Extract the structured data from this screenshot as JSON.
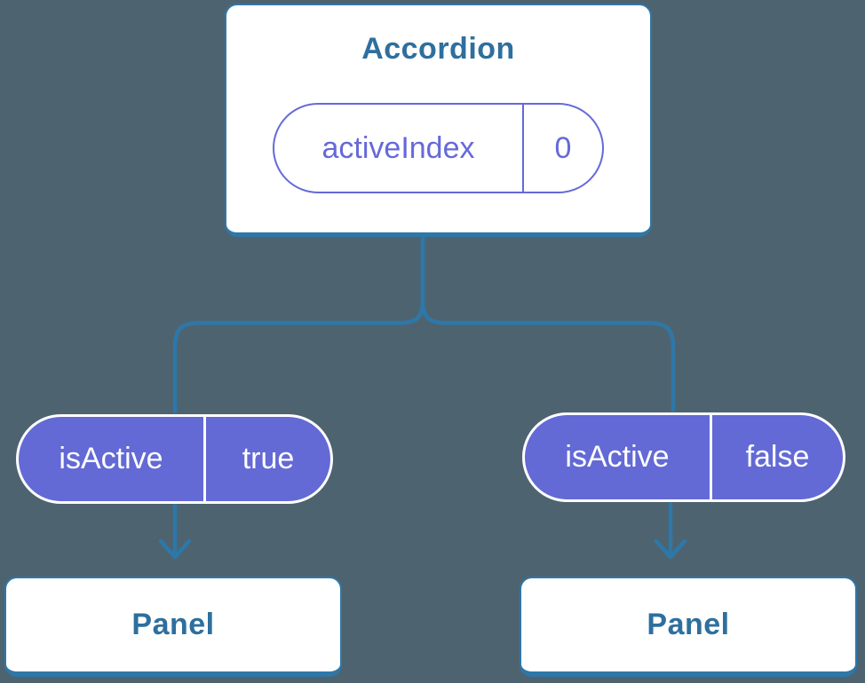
{
  "colors": {
    "bg": "#4d6470",
    "line": "#2e77a9",
    "text-blue": "#2e6f9e",
    "purple": "#636ad5",
    "purple-text": "#6569d9",
    "card-bg": "#ffffff"
  },
  "tree": {
    "root": {
      "title": "Accordion",
      "state": {
        "name": "activeIndex",
        "value": "0"
      }
    },
    "children": [
      {
        "prop": {
          "name": "isActive",
          "value": "true"
        },
        "node": {
          "title": "Panel"
        }
      },
      {
        "prop": {
          "name": "isActive",
          "value": "false"
        },
        "node": {
          "title": "Panel"
        }
      }
    ]
  }
}
